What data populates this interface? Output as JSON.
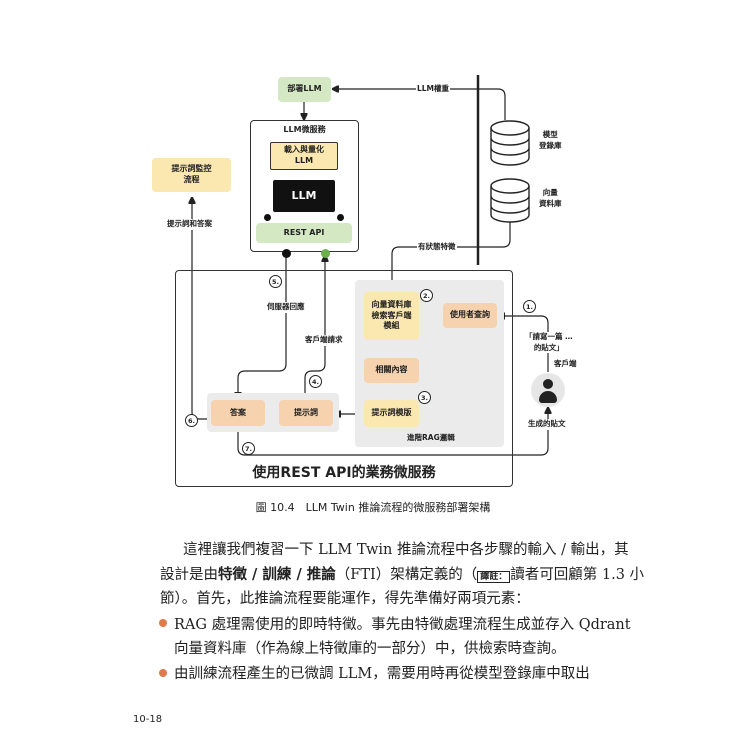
{
  "diagram": {
    "deploy_llm": "部署LLM",
    "llm_weights": "LLM權重",
    "llm_service_title": "LLM微服務",
    "load_quantize": "載入與量化\nLLM",
    "llm": "LLM",
    "rest_api": "REST API",
    "model_registry": "模型\n登錄庫",
    "vector_db": "向量\n資料庫",
    "stateful_features": "有狀態特徵",
    "prompt_monitoring": "提示詞監控\n流程",
    "prompt_and_answer": "提示詞和答案",
    "server_response": "伺服器回應",
    "client_request": "客戶端請求",
    "vector_client": "向量資料庫\n檢索客戶端\n模組",
    "user_query": "使用者查詢",
    "relevant_context": "相關內容",
    "prompt_template": "提示詞模版",
    "answer": "答案",
    "prompt": "提示詞",
    "advanced_rag": "進階RAG邏輯",
    "user_request": "「請寫一篇 …\n的貼文」",
    "client": "客戶端",
    "generated_post": "生成的貼文",
    "business_service": "使用REST API的業務微服務",
    "steps": [
      "1.",
      "2.",
      "3.",
      "4.",
      "5.",
      "6.",
      "7."
    ]
  },
  "caption": "圖 10.4　LLM Twin 推論流程的微服務部署架構",
  "body": {
    "p1_l1": "這裡讓我們複習一下 LLM Twin 推論流程中各步驟的輸入 / 輸出，其",
    "p1_l2a": "設計是由",
    "p1_l2b": "特徵 / 訓練 / 推論",
    "p1_l2c": "（FTI）架構定義的（",
    "note": "譯註：",
    "p1_l2d": "讀者可回顧第 1.3 小",
    "p1_l3": "節）。首先，此推論流程要能運作，得先準備好兩項元素：",
    "b1_l1": "RAG 處理需使用的即時特徵。事先由特徵處理流程生成並存入 Qdrant",
    "b1_l2": "向量資料庫（作為線上特徵庫的一部分）中，供檢索時查詢。",
    "b2_l1": "由訓練流程產生的已微調 LLM，需要用時再從模型登錄庫中取出"
  },
  "page_number": "10-18",
  "colors": {
    "green": "#d5e8c4",
    "yellow": "#fbe7b0",
    "orange": "#f6d2ae",
    "bullet": "#e07a4a",
    "dot_green": "#6ab04c"
  }
}
